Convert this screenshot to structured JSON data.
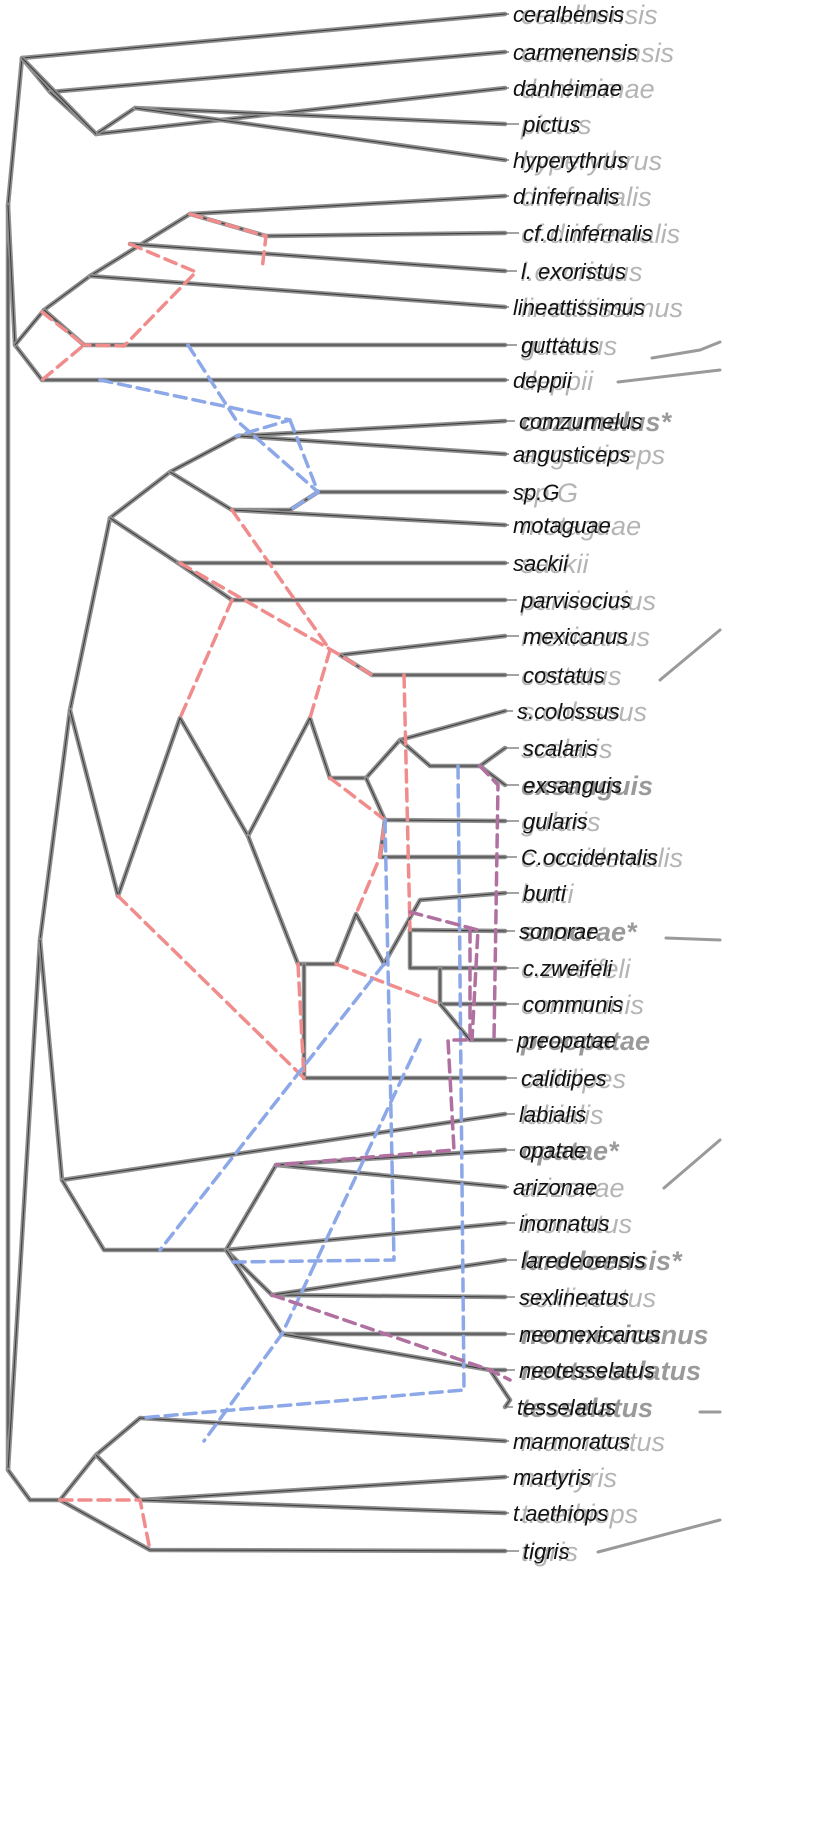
{
  "taxa": [
    "ceralbensis",
    "carmenensis",
    "danheimae",
    "pictus",
    "hyperythrus",
    "d.infernalis",
    "cf.d.infernalis",
    "l. exoristus",
    "lineattissimus",
    "guttatus",
    "deppii",
    "comzumelus",
    "angusticeps",
    "sp.G",
    "motaguae",
    "sackii",
    "parvisocius",
    "mexicanus",
    "costatus",
    "s.colossus",
    "scalaris",
    "exsanguis",
    "gularis",
    "C.occidentalis",
    "burti",
    "sonorae",
    "c.zweifeli",
    "communis",
    "preopatae",
    "calidipes",
    "labialis",
    "opatae",
    "arizonae",
    "inornatus",
    "laredeoensis",
    "sexlineatus",
    "neomexicanus",
    "neotesselatus",
    "tesselatus",
    "marmoratus",
    "martyris",
    "t.aethiops",
    "tigris"
  ],
  "ghost_labels": [
    "ceralbensis",
    "carmenensis",
    "danheimae",
    "pictus",
    "hyperythrus",
    "d.infernalis",
    "cf.d.infernalis",
    "l.exoristus",
    "lineattissimus",
    "guttatus",
    "deppii",
    "cozumelus*",
    "angusticeps",
    "sp.G",
    "motaguae",
    "sackii",
    "parvisocius",
    "mexicanus",
    "costatus",
    "s.colossus",
    "scalaris",
    "exsanguis",
    "gularis",
    "c.occidentalis",
    "burti",
    "sonorae*",
    "c.zweifeli",
    "communis",
    "preopatae",
    "calidipes",
    "labialis",
    "opatae*",
    "arizonae",
    "inornatus",
    "laredoensis*",
    "sexlineatus",
    "neomexicanus",
    "neotesselatus",
    "tesselatus",
    "marmoratus",
    "martyris",
    "t.aethiops",
    "tigris"
  ],
  "colors": {
    "branch": "#8f8f8f",
    "hybrid_red": "#f08c8c",
    "hybrid_blue": "#8ca8e8",
    "hybrid_purple": "#b070a0",
    "ghost_text": "#b4b4b4",
    "label_text": "#111111"
  }
}
